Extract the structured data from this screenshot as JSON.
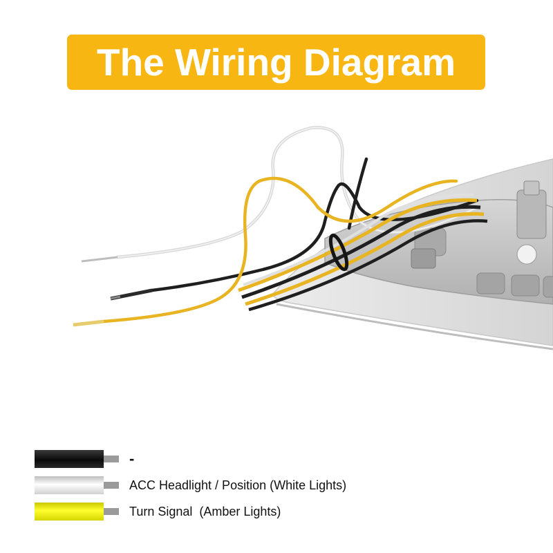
{
  "title": "The Wiring Diagram",
  "colors": {
    "banner": "#f8b613",
    "title_text": "#ffffff",
    "wire_black": "#1a1a1a",
    "wire_white": "#e8e8e8",
    "wire_yellow": "#eeee00",
    "wire_yellow_photo": "#e8b422",
    "stub_gray": "#9a9a9a"
  },
  "legend": [
    {
      "wire": "black",
      "label": "-"
    },
    {
      "wire": "white",
      "label": "ACC Headlight / Position (White Lights)"
    },
    {
      "wire": "yellow",
      "label": "Turn Signal  (Amber Lights)"
    }
  ]
}
